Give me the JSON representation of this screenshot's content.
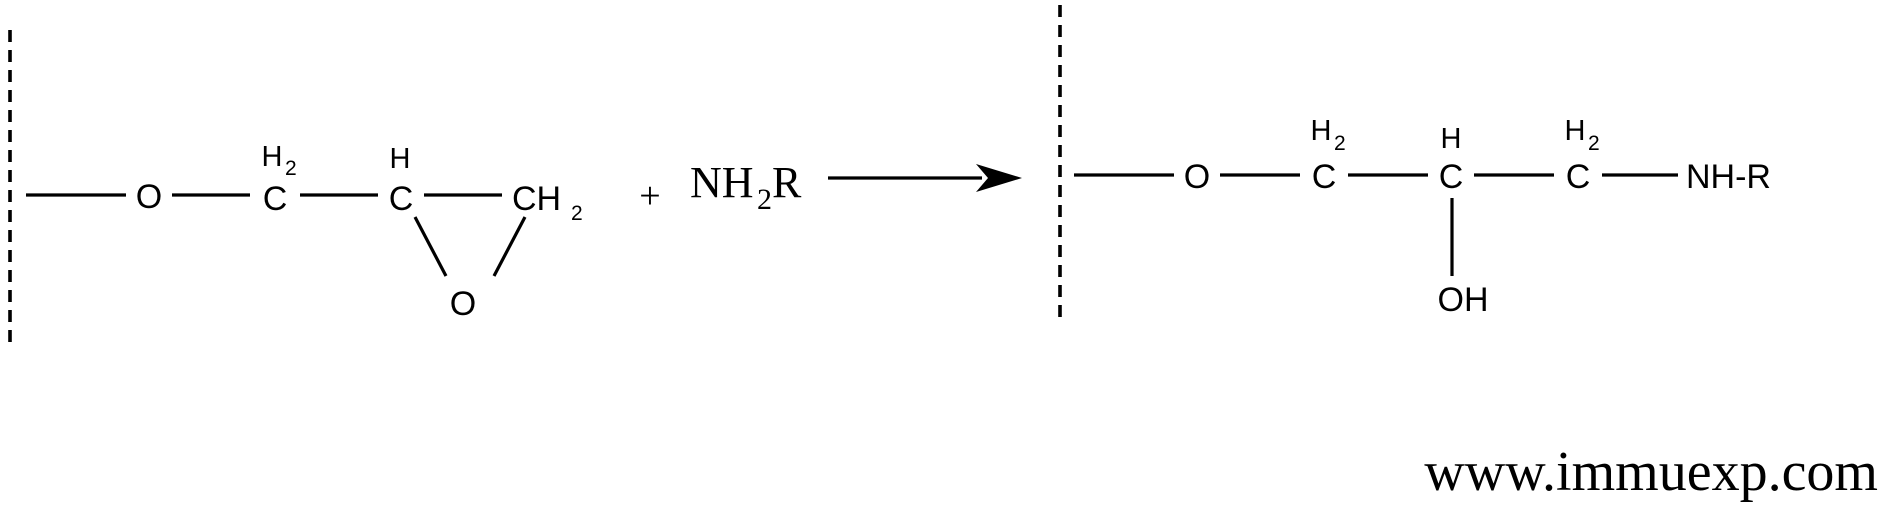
{
  "reactant": {
    "ether_oxygen": "O",
    "ch2_h": "H",
    "ch2_h_sub": "2",
    "ch2_c": "C",
    "ch_h": "H",
    "ch_c": "C",
    "ring_ch2": "CH",
    "ring_ch2_sub": "2",
    "epoxide_oxygen": "O"
  },
  "plus_sign": "+",
  "reagent": {
    "n": "NH",
    "sub": "2",
    "r": "R"
  },
  "product": {
    "ether_oxygen": "O",
    "c1_h": "H",
    "c1_h_sub": "2",
    "c1": "C",
    "c2_h": "H",
    "c2": "C",
    "c3_h": "H",
    "c3_h_sub": "2",
    "c3": "C",
    "amine": "NH-R",
    "hydroxyl": "OH"
  },
  "watermark": "www.immuexp.com"
}
